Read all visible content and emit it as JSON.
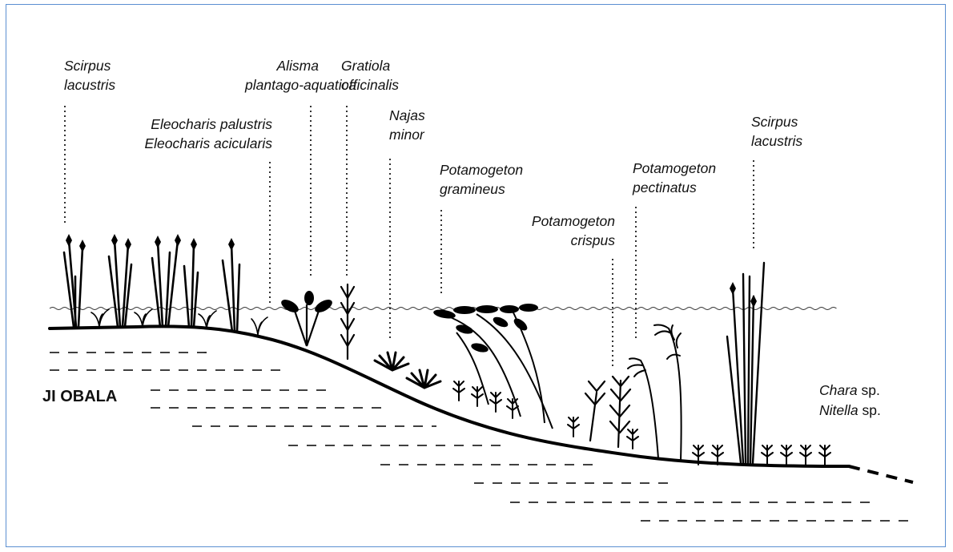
{
  "shore": {
    "label": "JI OBALA"
  },
  "species": [
    {
      "id": "scirpus-left",
      "lines": [
        "Scirpus",
        "lacustris"
      ]
    },
    {
      "id": "alisma",
      "lines": [
        "Alisma",
        "plantago-aquatica"
      ]
    },
    {
      "id": "gratiola",
      "lines": [
        "Gratiola",
        "officinalis"
      ]
    },
    {
      "id": "eleocharis",
      "lines": [
        "Eleocharis palustris",
        "Eleocharis acicularis"
      ]
    },
    {
      "id": "najas",
      "lines": [
        "Najas",
        "minor"
      ]
    },
    {
      "id": "pot-gramineus",
      "lines": [
        "Potamogeton",
        "gramineus"
      ]
    },
    {
      "id": "pot-pectinatus",
      "lines": [
        "Potamogeton",
        "pectinatus"
      ]
    },
    {
      "id": "scirpus-right",
      "lines": [
        "Scirpus",
        "lacustris"
      ]
    },
    {
      "id": "pot-crispus",
      "lines": [
        "Potamogeton",
        "crispus"
      ]
    },
    {
      "id": "chara",
      "name": "Chara",
      "suffix": "sp."
    },
    {
      "id": "nitella",
      "name": "Nitella",
      "suffix": "sp."
    }
  ]
}
